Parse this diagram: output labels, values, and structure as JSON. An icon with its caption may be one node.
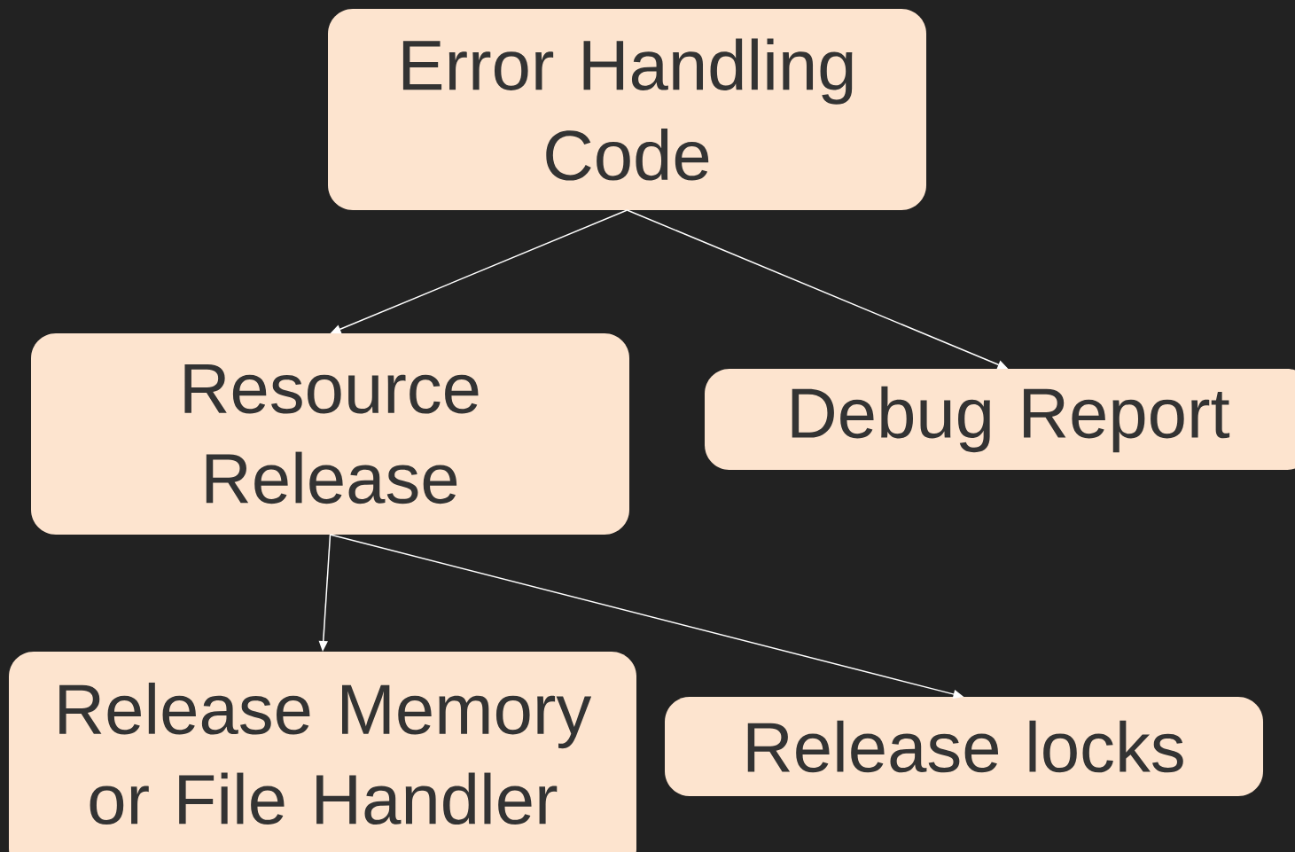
{
  "diagram": {
    "nodes": [
      {
        "text": [
          "Error Handling Code"
        ]
      },
      {
        "text": [
          "Resource Release"
        ]
      },
      {
        "text": [
          "Debug Report"
        ]
      },
      {
        "text": [
          "Release Memory or File Handler"
        ]
      },
      {
        "text": [
          "Release locks"
        ]
      }
    ],
    "edges": [
      {
        "from": 0,
        "to": 1,
        "arrow": "to"
      },
      {
        "from": 0,
        "to": 2,
        "arrow": "to"
      },
      {
        "from": 1,
        "to": 3,
        "arrow": "to"
      },
      {
        "from": 1,
        "to": 4,
        "arrow": "to"
      }
    ]
  }
}
